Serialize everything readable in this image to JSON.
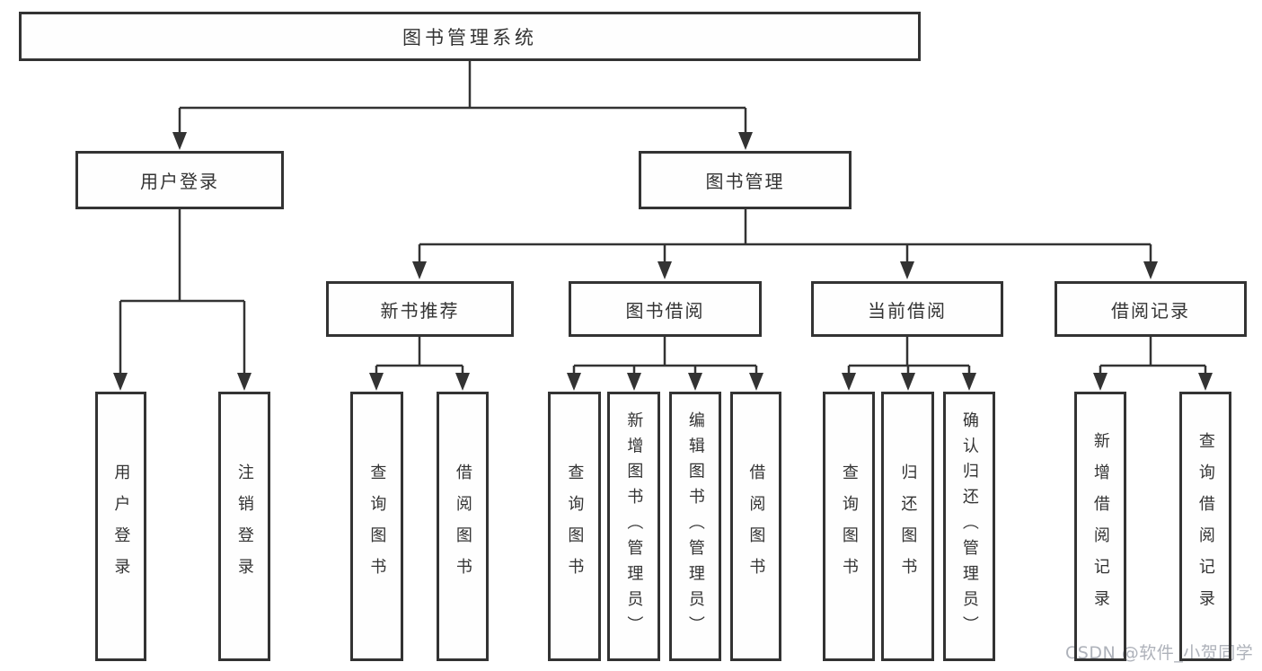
{
  "diagram_title": "图书管理系统",
  "colors": {
    "line": "#333333",
    "box_border": "#333333",
    "box_background": "#ffffff",
    "text": "#333333",
    "watermark_text": "#aeb2ba"
  },
  "tree": {
    "root": {
      "label": "图书管理系统"
    },
    "branches": [
      {
        "label": "用户登录",
        "children": [
          {
            "label": "用户登录"
          },
          {
            "label": "注销登录"
          }
        ]
      },
      {
        "label": "图书管理",
        "children": [
          {
            "label": "新书推荐",
            "children": [
              {
                "label": "查询图书"
              },
              {
                "label": "借阅图书"
              }
            ]
          },
          {
            "label": "图书借阅",
            "children": [
              {
                "label": "查询图书"
              },
              {
                "label": "新增图书（管理员）"
              },
              {
                "label": "编辑图书（管理员）"
              },
              {
                "label": "借阅图书"
              }
            ]
          },
          {
            "label": "当前借阅",
            "children": [
              {
                "label": "查询图书"
              },
              {
                "label": "归还图书"
              },
              {
                "label": "确认归还（管理员）"
              }
            ]
          },
          {
            "label": "借阅记录",
            "children": [
              {
                "label": "新增借阅记录"
              },
              {
                "label": "查询借阅记录"
              }
            ]
          }
        ]
      }
    ]
  },
  "watermark": {
    "label": "CSDN @软件_小贺同学"
  }
}
